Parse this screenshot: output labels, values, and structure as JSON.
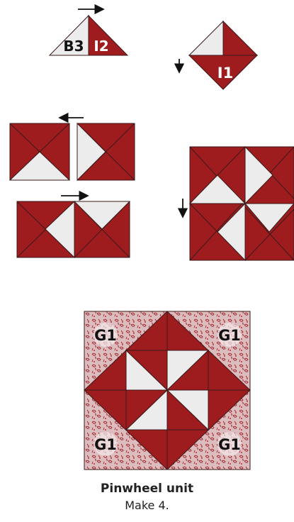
{
  "labels": {
    "b3": "B3",
    "i2": "I2",
    "i1": "I1",
    "g1": "G1"
  },
  "caption": {
    "title": "Pinwheel unit",
    "subtitle": "Make 4."
  },
  "colors": {
    "red": "#9e1b1e",
    "light": "#ececec",
    "floral": "#d9b6b9",
    "line": "#3a1a1a"
  },
  "icons": [
    "arrow-right-icon",
    "arrow-down-icon",
    "arrow-left-icon"
  ]
}
